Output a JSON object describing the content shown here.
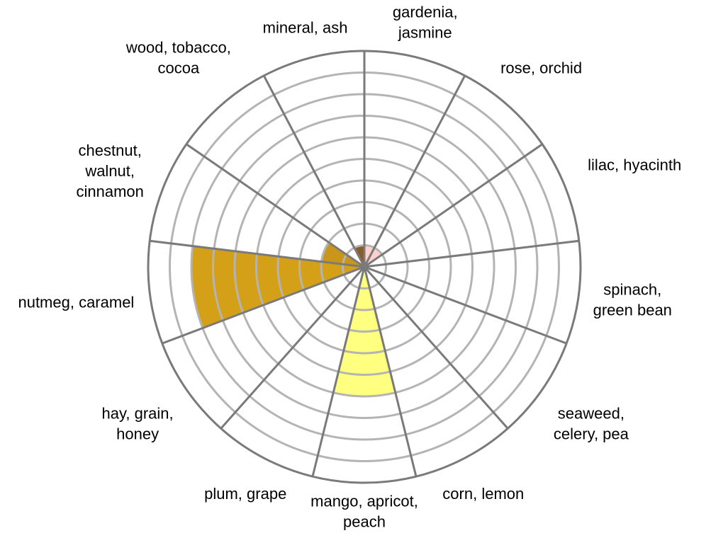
{
  "chart_data": {
    "type": "polar-area",
    "categories": [
      "gardenia, jasmine",
      "rose, orchid",
      "lilac, hyacinth",
      "spinach, green bean",
      "seaweed, celery, pea",
      "corn, lemon",
      "mango, apricot, peach",
      "plum, grape",
      "hay, grain, honey",
      "nutmeg, caramel",
      "chestnut, walnut, cinnamon",
      "wood, tobacco, cocoa",
      "mineral, ash"
    ],
    "values": [
      1,
      1,
      0,
      0,
      0,
      0,
      6,
      0,
      0,
      8,
      2,
      0,
      1
    ],
    "colors": [
      "#ffd0d0",
      "#ffd0d0",
      "#ffffff",
      "#ffffff",
      "#ffffff",
      "#ffffff",
      "#ffff80",
      "#ffffff",
      "#ffffff",
      "#d4a017",
      "#c8961a",
      "#ffffff",
      "#8b5a2b"
    ],
    "rmax": 10,
    "ring_count": 10,
    "grid": true,
    "title": "",
    "legend": "none"
  }
}
